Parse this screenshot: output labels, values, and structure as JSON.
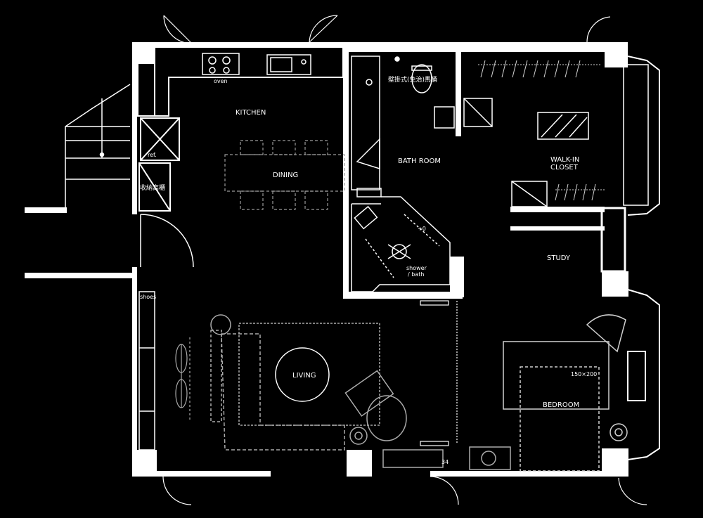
{
  "plan": {
    "background": "#000000",
    "line_color": "#ffffff",
    "furniture_color": "#cfcfcf"
  },
  "rooms": {
    "kitchen": "KITCHEN",
    "dining": "DINING",
    "bathroom": "BATH ROOM",
    "walkin_line1": "WALK-IN",
    "walkin_line2": "CLOSET",
    "study": "STUDY",
    "living": "LIVING",
    "bedroom": "BEDROOM",
    "shower_line1": "shower",
    "shower_line2": "/ bath"
  },
  "annotations": {
    "oven": "oven",
    "ref": "ref.",
    "storage_cabinet": "收納高櫃",
    "wall_toilet": "壁掛式(免治)馬桶",
    "shoes": "shoes",
    "bed_size": "150×200",
    "dim_0": "+0",
    "tv": "34"
  }
}
